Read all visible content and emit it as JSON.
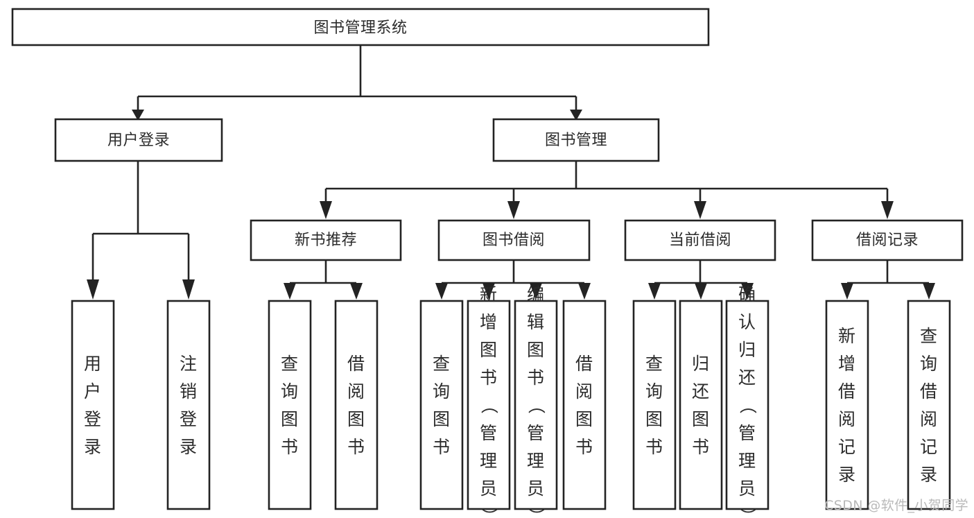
{
  "diagram": {
    "title": "图书管理系统",
    "watermark": "CSDN @软件_小贺同学",
    "colors": {
      "stroke": "#232323",
      "fill": "#ffffff",
      "text": "#2b2b2b",
      "watermark": "#b9b9b9",
      "background": "#ffffff"
    },
    "levels": {
      "root": {
        "label": "图书管理系统"
      },
      "level2": [
        {
          "label": "用户登录"
        },
        {
          "label": "图书管理"
        }
      ],
      "level3": [
        {
          "label": "新书推荐"
        },
        {
          "label": "图书借阅"
        },
        {
          "label": "当前借阅"
        },
        {
          "label": "借阅记录"
        }
      ],
      "leaves": [
        {
          "label": "用户登录",
          "parent": "用户登录"
        },
        {
          "label": "注销登录",
          "parent": "用户登录"
        },
        {
          "label": "查询图书",
          "parent": "新书推荐"
        },
        {
          "label": "借阅图书",
          "parent": "新书推荐"
        },
        {
          "label": "查询图书",
          "parent": "图书借阅"
        },
        {
          "label": "新增图书（管理员）",
          "parent": "图书借阅"
        },
        {
          "label": "编辑图书（管理员）",
          "parent": "图书借阅"
        },
        {
          "label": "借阅图书",
          "parent": "图书借阅"
        },
        {
          "label": "查询图书",
          "parent": "当前借阅"
        },
        {
          "label": "归还图书",
          "parent": "当前借阅"
        },
        {
          "label": "确认归还（管理员）",
          "parent": "当前借阅"
        },
        {
          "label": "新增借阅记录",
          "parent": "借阅记录"
        },
        {
          "label": "查询借阅记录",
          "parent": "借阅记录"
        }
      ]
    }
  }
}
